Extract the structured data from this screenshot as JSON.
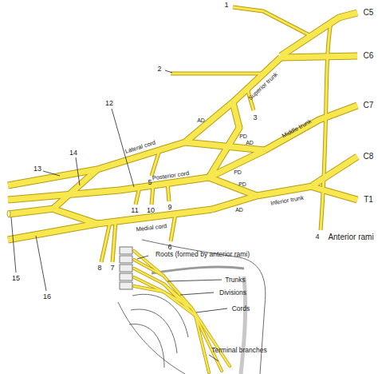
{
  "diagram": {
    "labels": [
      "1",
      "C5",
      "2",
      "C6",
      "3",
      "Superior trunk",
      "AD",
      "PD",
      "C7",
      "Lateral cord",
      "AD",
      "Middle trunk",
      "PD",
      "C8",
      "12",
      "Posterior cord",
      "5",
      "9",
      "10",
      "11",
      "PD",
      "AD",
      "Inferior trunk",
      "T1",
      "13",
      "14",
      "Medial cord",
      "4",
      "Anterior rami",
      "6",
      "8",
      "7",
      "15",
      "16",
      "Roots (formed by anterior rami)",
      "Trunks",
      "Divisions",
      "Cords",
      "Terminal branches"
    ]
  }
}
